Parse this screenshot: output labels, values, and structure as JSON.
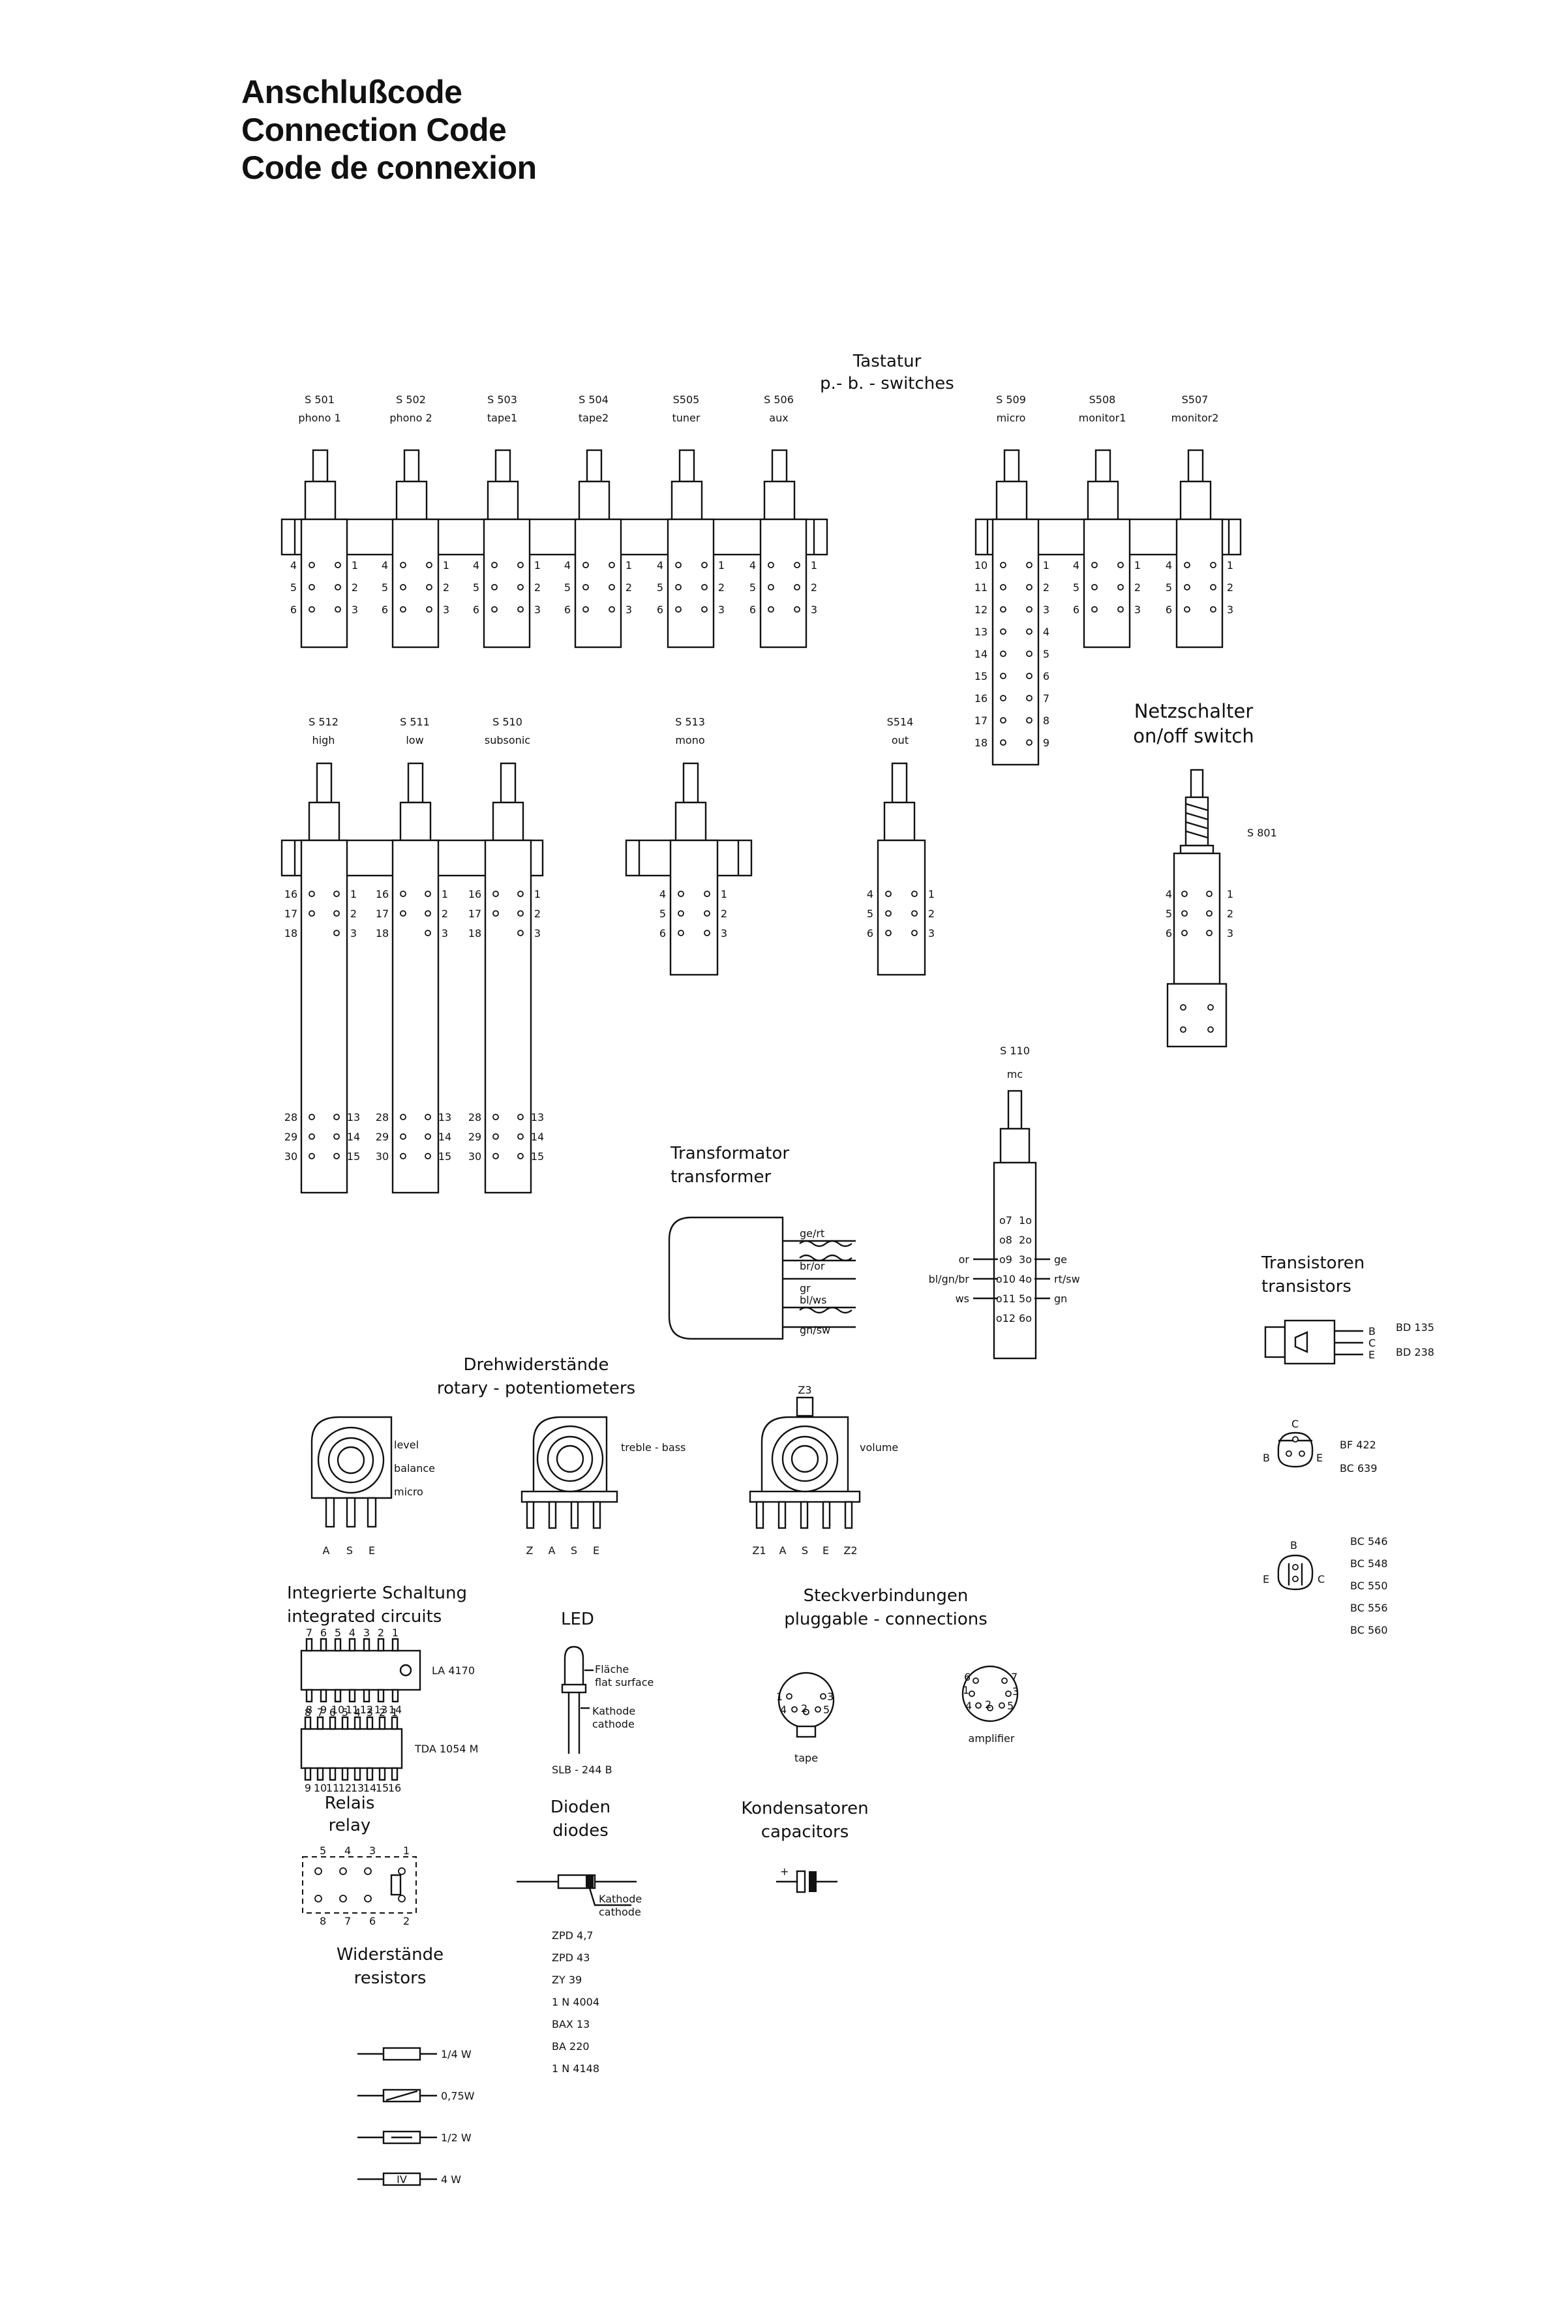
{
  "title": {
    "line1": "Anschlußcode",
    "line2": "Connection Code",
    "line3": "Code de connexion"
  },
  "tastatur": {
    "line1": "Tastatur",
    "line2": "p.- b. - switches"
  },
  "switches_row1": [
    {
      "id": "S 501",
      "name": "phono 1"
    },
    {
      "id": "S 502",
      "name": "phono 2"
    },
    {
      "id": "S 503",
      "name": "tape1"
    },
    {
      "id": "S 504",
      "name": "tape2"
    },
    {
      "id": "S505",
      "name": "tuner"
    },
    {
      "id": "S 506",
      "name": "aux"
    }
  ],
  "switches_row1_right": [
    {
      "id": "S 509",
      "name": "micro"
    },
    {
      "id": "S508",
      "name": "monitor1"
    },
    {
      "id": "S507",
      "name": "monitor2"
    }
  ],
  "switches_row2": [
    {
      "id": "S 512",
      "name": "high"
    },
    {
      "id": "S 511",
      "name": "low"
    },
    {
      "id": "S 510",
      "name": "subsonic"
    },
    {
      "id": "S 513",
      "name": "mono"
    },
    {
      "id": "S514",
      "name": "out"
    }
  ],
  "pins": {
    "left3": [
      "4",
      "5",
      "6"
    ],
    "right3": [
      "1",
      "2",
      "3"
    ],
    "micro_left": [
      "10",
      "11",
      "12",
      "13",
      "14",
      "15",
      "16",
      "17",
      "18"
    ],
    "micro_right": [
      "1",
      "2",
      "3",
      "4",
      "5",
      "6",
      "7",
      "8",
      "9"
    ],
    "long_top_left": [
      "16",
      "17",
      "18"
    ],
    "long_bottom_left": [
      "28",
      "29",
      "30"
    ],
    "long_bottom_right": [
      "13",
      "14",
      "15"
    ]
  },
  "netzschalter": {
    "line1": "Netzschalter",
    "line2": "on/off switch",
    "id": "S 801"
  },
  "s110": {
    "id": "S 110",
    "name": "mc",
    "left_pins": [
      "o7",
      "o8",
      "o9",
      "o10",
      "o11",
      "o12"
    ],
    "right_pins": [
      "1o",
      "2o",
      "3o",
      "4o",
      "5o",
      "6o"
    ],
    "left_wires": [
      "or",
      "bl/gn/br",
      "ws"
    ],
    "right_wires": [
      "ge",
      "rt/sw",
      "gn"
    ]
  },
  "transformer": {
    "line1": "Transformator",
    "line2": "transformer",
    "wires": [
      "ge/rt",
      "br/or",
      "gr",
      "bl/ws",
      "gn/sw"
    ]
  },
  "transistors": {
    "line1": "Transistoren",
    "line2": "transistors",
    "group1": {
      "types": [
        "BD 135",
        "BD 238"
      ],
      "pins": [
        "B",
        "C",
        "E"
      ]
    },
    "group2": {
      "types": [
        "BF 422",
        "BC 639"
      ],
      "pins": [
        "C",
        "B",
        "E"
      ]
    },
    "group3": {
      "types": [
        "BC 546",
        "BC 548",
        "BC 550",
        "BC 556",
        "BC 560"
      ],
      "pins": [
        "B",
        "E",
        "C"
      ]
    }
  },
  "potentiometers": {
    "line1": "Drehwiderstände",
    "line2": "rotary - potentiometers",
    "pot1": {
      "labels": [
        "level",
        "balance",
        "micro"
      ],
      "pins": [
        "A",
        "S",
        "E"
      ]
    },
    "pot2": {
      "labels": [
        "treble - bass"
      ],
      "pins": [
        "Z",
        "A",
        "S",
        "E"
      ]
    },
    "pot3": {
      "labels": [
        "volume"
      ],
      "top": "Z3",
      "pins": [
        "Z1",
        "A",
        "S",
        "E",
        "Z2"
      ]
    }
  },
  "ic": {
    "line1": "Integrierte Schaltung",
    "line2": "integrated circuits",
    "ic1": {
      "name": "LA 4170",
      "top_pins": [
        "7",
        "6",
        "5",
        "4",
        "3",
        "2",
        "1"
      ],
      "bottom_pins": [
        "8",
        "9",
        "10",
        "11",
        "12",
        "13",
        "14"
      ]
    },
    "ic2": {
      "name": "TDA 1054 M",
      "top_pins": [
        "8",
        "7",
        "6",
        "5",
        "4",
        "3",
        "2",
        "1"
      ],
      "bottom_pins": [
        "9",
        "10",
        "11",
        "12",
        "13",
        "14",
        "15",
        "16"
      ]
    }
  },
  "led": {
    "title": "LED",
    "flat1": "Fläche",
    "flat2": "flat surface",
    "cathode1": "Kathode",
    "cathode2": "cathode",
    "type": "SLB - 244 B"
  },
  "plugs": {
    "line1": "Steckverbindungen",
    "line2": "pluggable - connections",
    "tape": {
      "label": "tape",
      "pins": [
        "1",
        "2",
        "3",
        "4",
        "5"
      ]
    },
    "amplifier": {
      "label": "amplifier",
      "pins": [
        "1",
        "2",
        "3",
        "4",
        "5",
        "6",
        "7"
      ]
    }
  },
  "relay": {
    "line1": "Relais",
    "line2": "relay",
    "top_pins": [
      "5",
      "4",
      "3",
      "1"
    ],
    "bottom_pins": [
      "8",
      "7",
      "6",
      "2"
    ]
  },
  "diodes": {
    "line1": "Dioden",
    "line2": "diodes",
    "cathode1": "Kathode",
    "cathode2": "cathode",
    "types": [
      "ZPD 4,7",
      "ZPD 43",
      "ZY  39",
      "1 N 4004",
      "BAX 13",
      "BA  220",
      "1 N 4148"
    ]
  },
  "capacitors": {
    "line1": "Kondensatoren",
    "line2": "capacitors"
  },
  "resistors": {
    "line1": "Widerstände",
    "line2": "resistors",
    "items": [
      {
        "rating": "1/4 W",
        "mark": ""
      },
      {
        "rating": "0,75W",
        "mark": ""
      },
      {
        "rating": "1/2 W",
        "mark": ""
      },
      {
        "rating": "4  W",
        "mark": "IV"
      }
    ]
  }
}
